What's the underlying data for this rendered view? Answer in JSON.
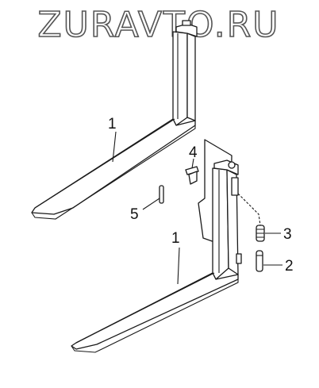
{
  "watermark": {
    "text": "ZURAVTO.RU"
  },
  "callouts": [
    {
      "id": "fork-upper",
      "label": "1"
    },
    {
      "id": "fork-lower",
      "label": "1"
    },
    {
      "id": "pin",
      "label": "2"
    },
    {
      "id": "spring",
      "label": "3"
    },
    {
      "id": "lock-block",
      "label": "4"
    },
    {
      "id": "roll-pin",
      "label": "5"
    }
  ]
}
